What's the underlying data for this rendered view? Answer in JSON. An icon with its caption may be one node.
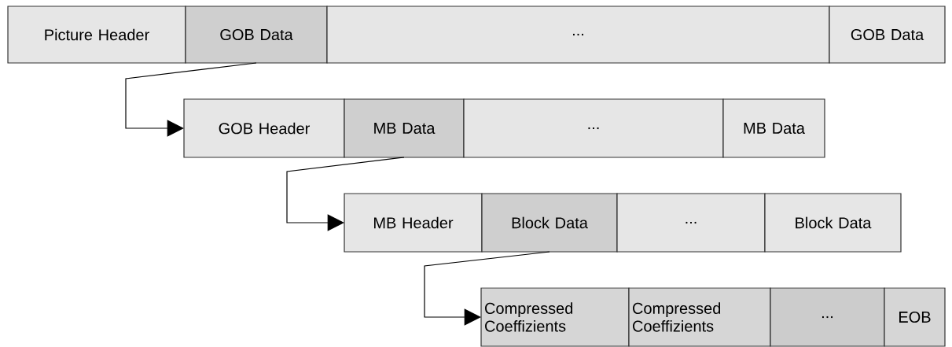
{
  "diagram": {
    "nodes": [
      {
        "text": [
          "Picture Header"
        ]
      },
      {
        "text": [
          "GOB Data"
        ]
      },
      {
        "text": [
          "..."
        ]
      },
      {
        "text": [
          "GOB Data"
        ]
      },
      {
        "text": [
          "GOB Header"
        ]
      },
      {
        "text": [
          "MB Data"
        ]
      },
      {
        "text": [
          "..."
        ]
      },
      {
        "text": [
          "MB Data"
        ]
      },
      {
        "text": [
          "MB Header"
        ]
      },
      {
        "text": [
          "Block Data"
        ]
      },
      {
        "text": [
          "..."
        ]
      },
      {
        "text": [
          "Block Data"
        ]
      },
      {
        "text": [
          "Compressed Coeffizients"
        ]
      },
      {
        "text": [
          "Compressed Coeffizients"
        ]
      },
      {
        "text": [
          "..."
        ]
      },
      {
        "text": [
          "EOB"
        ]
      }
    ],
    "edges": [
      {
        "from": 1,
        "to": 4,
        "arrow": "to"
      },
      {
        "from": 5,
        "to": 8,
        "arrow": "to"
      },
      {
        "from": 9,
        "to": 12,
        "arrow": "to"
      }
    ]
  }
}
